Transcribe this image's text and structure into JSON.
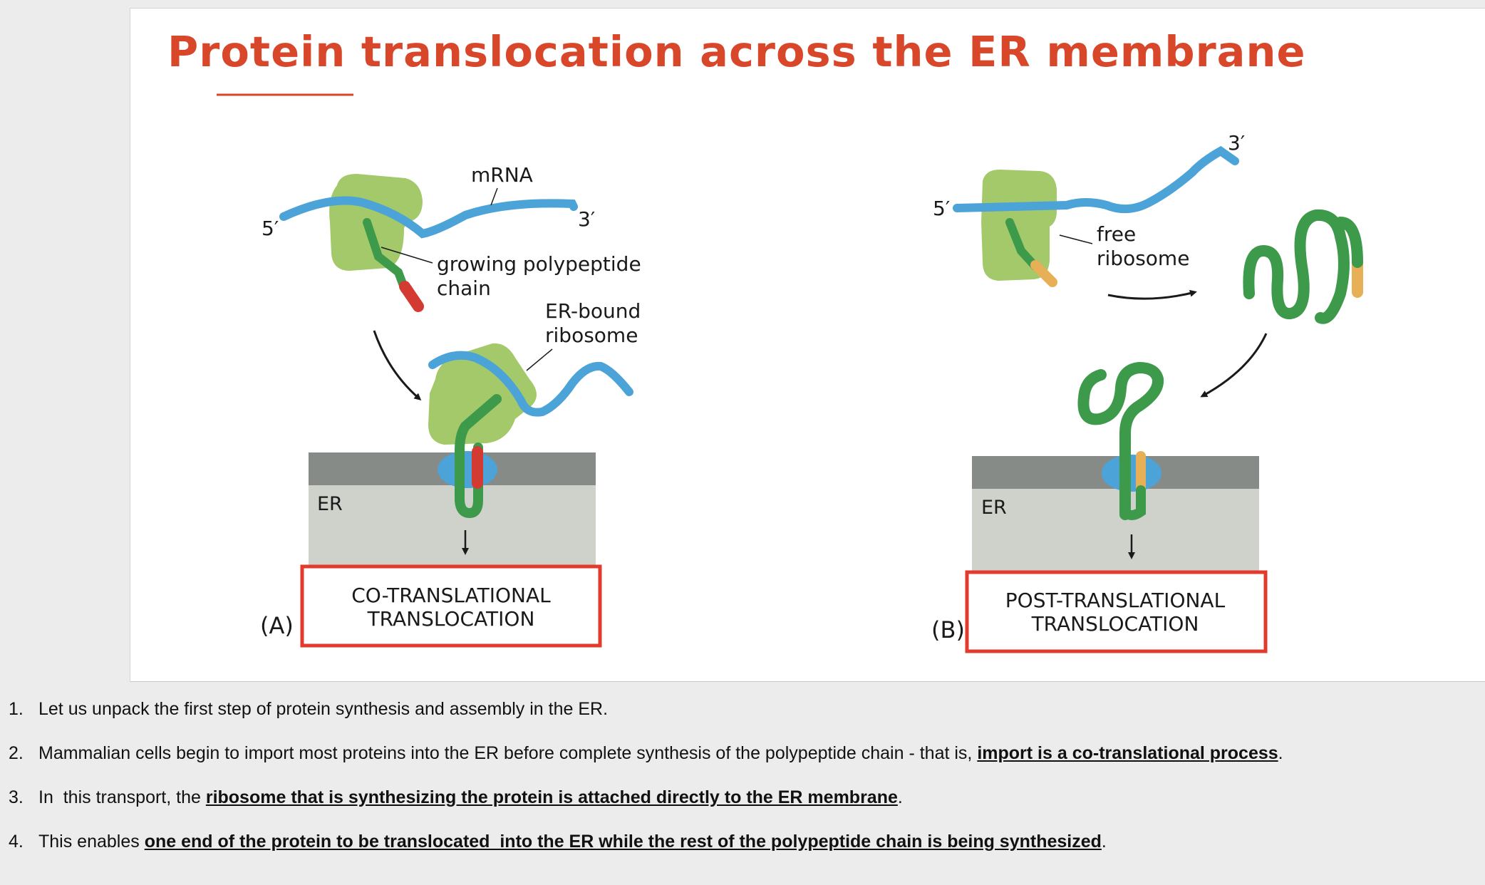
{
  "slide": {
    "title": "Protein translocation across the ER membrane",
    "title_color": "#d9472b",
    "panel_a": {
      "label": "(A)",
      "box_line1": "CO-TRANSLATIONAL",
      "box_line2": "TRANSLOCATION",
      "five_prime": "5′",
      "three_prime": "3′",
      "mrna_label": "mRNA",
      "polypeptide_line1": "growing polypeptide",
      "polypeptide_line2": "chain",
      "bound_ribosome_line1": "ER-bound",
      "bound_ribosome_line2": "ribosome",
      "er_label": "ER"
    },
    "panel_b": {
      "label": "(B)",
      "box_line1": "POST-TRANSLATIONAL",
      "box_line2": "TRANSLOCATION",
      "five_prime": "5′",
      "three_prime": "3′",
      "free_ribosome_line1": "free",
      "free_ribosome_line2": "ribosome",
      "er_label": "ER"
    },
    "colors": {
      "mrna": "#4ba3d8",
      "ribosome": "#a3c96a",
      "polypeptide": "#3d9a4a",
      "signal_a": "#d33a32",
      "signal_b": "#e7b056",
      "membrane": "#878b87",
      "lumen": "#cfd2cb",
      "box_border": "#e23a2d"
    }
  },
  "notes": [
    {
      "num": "1.",
      "before": "Let us unpack the first step of protein synthesis and assembly in the ER.",
      "highlight": "",
      "after": ""
    },
    {
      "num": "2.",
      "before": "Mammalian cells begin to import most proteins into the ER before complete synthesis of the polypeptide chain - that is, ",
      "highlight": "import is a co-translational process",
      "after": "."
    },
    {
      "num": "3.",
      "before": "In  this transport, the ",
      "highlight": "ribosome that is synthesizing the protein is attached directly to the ER membrane",
      "after": "."
    },
    {
      "num": "4.",
      "before": "This enables ",
      "highlight": "one end of the protein to be translocated  into the ER while the rest of the polypeptide chain is being synthesized",
      "after": "."
    }
  ]
}
